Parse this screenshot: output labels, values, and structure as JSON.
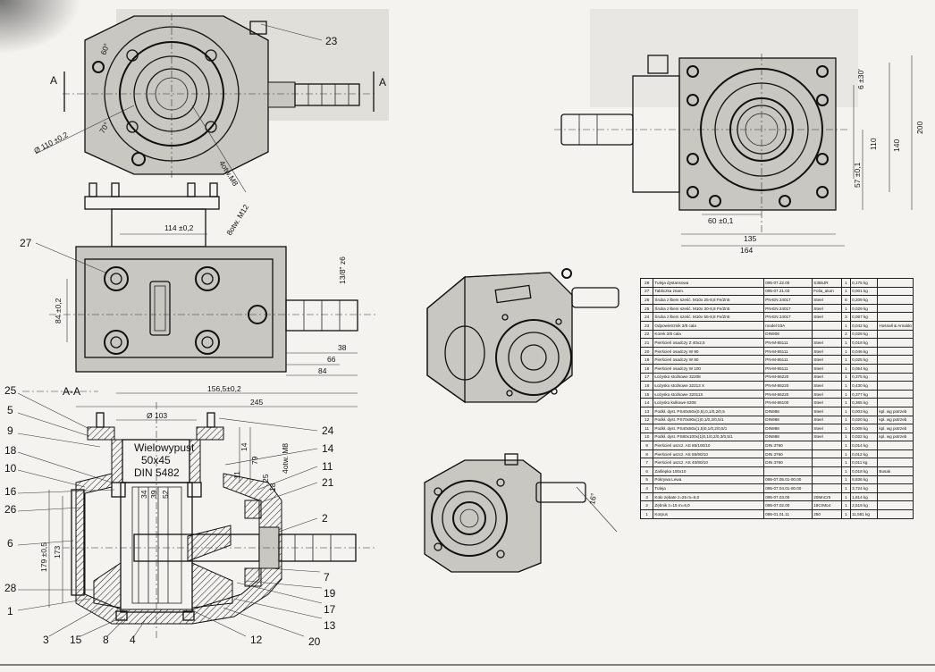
{
  "drawing": {
    "section_label": "A-A",
    "view_marker": "A",
    "spline_label": [
      "Wielowypust",
      "50x45",
      "DIN 5482"
    ],
    "top_view_dims": [
      "Ø 110 ±0,2",
      "4otw.M8",
      "60°",
      "70°"
    ],
    "front_view_dims": [
      "114 ±0,2",
      "8otw. M12",
      "84 ±0,2",
      "13/8\" z6",
      "38",
      "66",
      "84",
      "156,5±0,2",
      "245"
    ],
    "section_dims": [
      "Ø 103",
      "14",
      "79",
      "4otw. M8",
      "179 ±0,5",
      "173",
      "11",
      "34",
      "39",
      "52",
      "18",
      "25"
    ],
    "right_view_dims": [
      "6 ±30'",
      "200",
      "140",
      "110",
      "57 ±0,1",
      "60 ±0,1",
      "135",
      "164"
    ],
    "iso_dim": "16°"
  },
  "callouts": {
    "c23": "23",
    "c27": "27",
    "c25": "25",
    "c5": "5",
    "c9": "9",
    "c18": "18",
    "c10": "10",
    "c16": "16",
    "c26": "26",
    "c6": "6",
    "c28": "28",
    "c1": "1",
    "c3": "3",
    "c15": "15",
    "c8": "8",
    "c4": "4",
    "c12": "12",
    "c20": "20",
    "c13": "13",
    "c17": "17",
    "c19": "19",
    "c7": "7",
    "c2": "2",
    "c21": "21",
    "c11": "11",
    "c14": "14",
    "c24": "24"
  },
  "bom": [
    [
      "28",
      "Tuleja dystansowa",
      "095-07.22.00",
      "S355JR",
      "1",
      "0,175 kg",
      ""
    ],
    [
      "27",
      "Tabliczka znam.",
      "095-07.21.03",
      "Folia_alum",
      "1",
      "0,001 kg",
      ""
    ],
    [
      "26",
      "Śruba z łbem sześć. M10x 25-8,8 Fe/Zn5",
      "PN-EN 24017",
      "Steel",
      "8",
      "0,209 kg",
      ""
    ],
    [
      "25",
      "Śruba z łbem sześć. M10x 30-8,8 Fe/Zn5",
      "PN-EN 24017",
      "Steel",
      "1",
      "0,029 kg",
      ""
    ],
    [
      "24",
      "Śruba z łbem sześć. M10x 55-8,8 Fe/Zn5",
      "PN-EN 24017",
      "Steel",
      "3",
      "0,067 kg",
      ""
    ],
    [
      "23",
      "Odpowietrznik 3/8 cala",
      "model 03A",
      "",
      "1",
      "0,042 kg",
      "Hosnall & Arnaldo"
    ],
    [
      "22",
      "Korek 3/8 cala",
      "DIN908",
      "",
      "2",
      "0,028 kg",
      ""
    ],
    [
      "21",
      "Pierścień osadczy Z 40x2,5",
      "PN-M-85111",
      "Steel",
      "1",
      "0,018 kg",
      ""
    ],
    [
      "20",
      "Pierścień osadczy W 90",
      "PN-M-85111",
      "Steel",
      "1",
      "0,046 kg",
      ""
    ],
    [
      "19",
      "Pierścień osadczy W 80",
      "PN-M-85111",
      "Steel",
      "1",
      "0,025 kg",
      ""
    ],
    [
      "18",
      "Pierścień osadczy W 100",
      "PN-M-85111",
      "Steel",
      "1",
      "0,054 kg",
      ""
    ],
    [
      "17",
      "Łożysko stożkowe 32208",
      "PN-M-86220",
      "Steel",
      "1",
      "0,375 kg",
      ""
    ],
    [
      "16",
      "Łożysko stożkowe 32213 X",
      "PN-M-86220",
      "Steel",
      "1",
      "0,430 kg",
      ""
    ],
    [
      "15",
      "Łożysko stożkowe 32011X",
      "PN-M-86220",
      "Steel",
      "1",
      "0,377 kg",
      ""
    ],
    [
      "14",
      "Łożysko kulkowe 6208",
      "PN-M-86100",
      "Steel",
      "1",
      "0,365 kg",
      ""
    ],
    [
      "13",
      "Podkł. dyst. PS40x50x(0,5),0,1/0,2/0,5",
      "DIN988",
      "Steel",
      "1",
      "0,003 kg",
      "kpl. wg potrzeb"
    ],
    [
      "12",
      "Podkł. dyst. PS70x90x(1)0,1/0,2/0,5/1",
      "DIN988",
      "Steel",
      "1",
      "0,020 kg",
      "kpl. wg potrzeb"
    ],
    [
      "11",
      "Podkł. dyst. PS40x50x(1,5)0,1/0,2/0,5/1",
      "DIN988",
      "Steel",
      "1",
      "0,008 kg",
      "kpl. wg potrzeb"
    ],
    [
      "10",
      "Podkł. dyst. PS80x100x(1)0,1/0,2/0,3/0,5/1",
      "DIN988",
      "Steel",
      "1",
      "0,022 kg",
      "kpl. wg potrzeb"
    ],
    [
      "9",
      "Pierścień uszcz. AS 85/100/10",
      "DIN 3760",
      "",
      "1",
      "0,014 kg",
      ""
    ],
    [
      "8",
      "Pierścień uszcz. AS 55/90/10",
      "DIN 3760",
      "",
      "1",
      "0,012 kg",
      ""
    ],
    [
      "7",
      "Pierścień uszcz. AS 40/80/10",
      "DIN 3760",
      "",
      "1",
      "0,011 kg",
      ""
    ],
    [
      "6",
      "Zaślepka 100x10",
      "",
      "",
      "1",
      "0,018 kg",
      "Busak"
    ],
    [
      "5",
      "Pokrywa Lewa",
      "095-07.05.01-00.00",
      "",
      "1",
      "8,836 kg",
      ""
    ],
    [
      "4",
      "Tuleja",
      "095-07.04.01-00.00",
      "",
      "1",
      "3,724 kg",
      ""
    ],
    [
      "3",
      "Koło zębate z=25 m=6,0",
      "095-07.03.00",
      "20MnCr5",
      "1",
      "1,814 kg",
      ""
    ],
    [
      "2",
      "Zębnik z=15 m=6,0",
      "095-07.02.00",
      "18CrMo4",
      "1",
      "2,519 kg",
      ""
    ],
    [
      "1",
      "Korpus",
      "095-01.01.11",
      "250",
      "1",
      "11,581 kg",
      ""
    ]
  ]
}
